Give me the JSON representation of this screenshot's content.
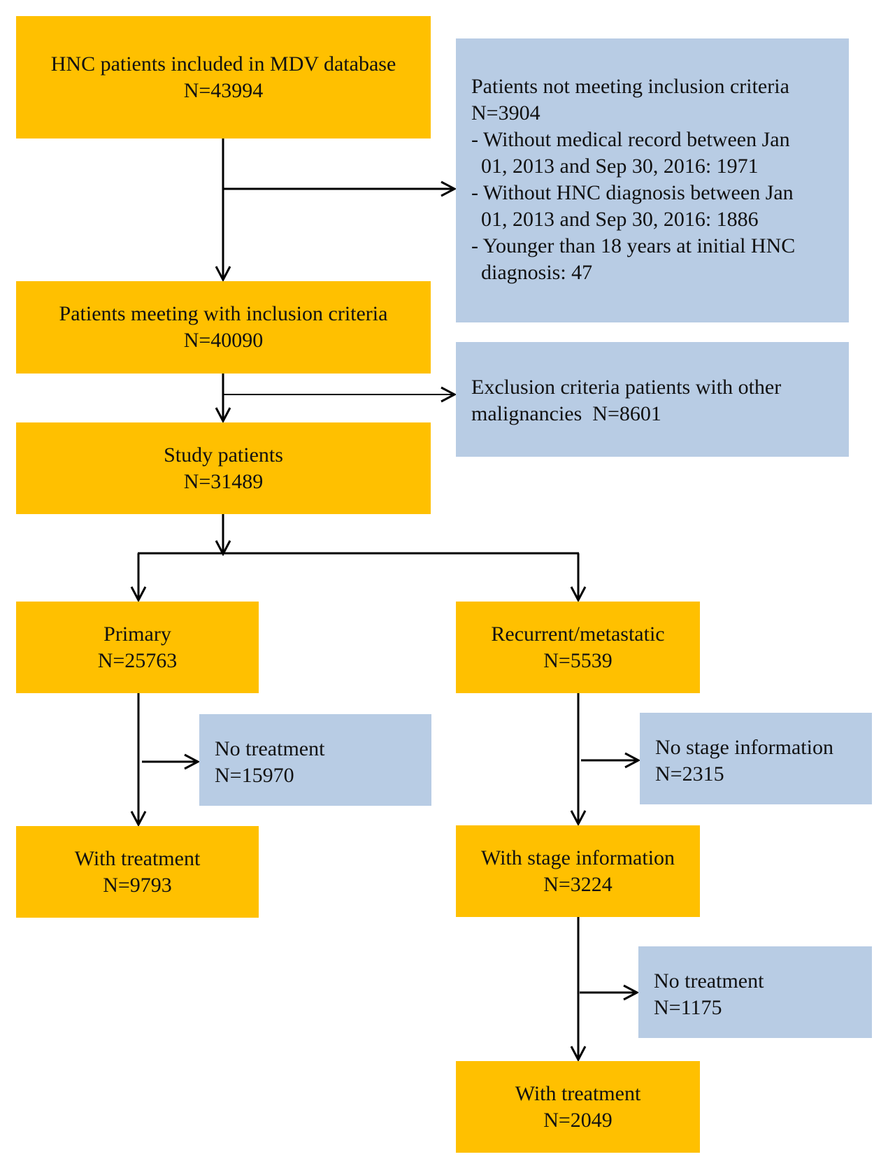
{
  "colors": {
    "main_box": "#FFC000",
    "exclusion_box": "#B8CCE4",
    "arrow": "#000000"
  },
  "boxes": {
    "hnc": {
      "title": "HNC patients included in MDV database",
      "n": "N=43994"
    },
    "not_meeting": {
      "title": "Patients not meeting inclusion criteria",
      "n": "N=3904",
      "lines": [
        "- Without medical record between Jan",
        "01, 2013 and Sep 30, 2016: 1971",
        "- Without HNC diagnosis between Jan",
        "01, 2013 and Sep 30, 2016: 1886",
        "- Younger than 18 years at initial HNC",
        "diagnosis: 47"
      ]
    },
    "meeting": {
      "title": "Patients meeting with inclusion criteria",
      "n": "N=40090"
    },
    "exclusion": {
      "title": "Exclusion criteria patients with other",
      "title2": "malignancies  N=8601"
    },
    "study": {
      "title": "Study patients",
      "n": "N=31489"
    },
    "primary": {
      "title": "Primary",
      "n": "N=25763"
    },
    "recurrent": {
      "title": "Recurrent/metastatic",
      "n": "N=5539"
    },
    "primary_no_treatment": {
      "title": "No treatment",
      "n": "N=15970"
    },
    "no_stage": {
      "title": "No stage information",
      "n": "N=2315"
    },
    "primary_with_treatment": {
      "title": "With treatment",
      "n": "N=9793"
    },
    "with_stage": {
      "title": "With stage information",
      "n": "N=3224"
    },
    "rm_no_treatment": {
      "title": "No treatment",
      "n": "N=1175"
    },
    "rm_with_treatment": {
      "title": "With treatment",
      "n": "N=2049"
    }
  }
}
